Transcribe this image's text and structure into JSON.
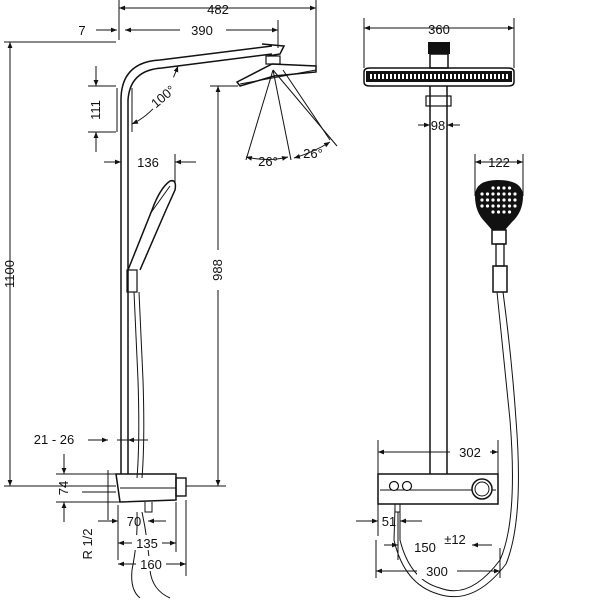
{
  "drawing": {
    "side_view": {
      "dims": {
        "total_width": "482",
        "arm_length": "390",
        "offset_left": "7",
        "total_height": "1100",
        "head_drop": "111",
        "arm_angle": "100°",
        "spray_angle_left": "26°",
        "spray_angle_right": "26°",
        "head_height": "988",
        "hand_shower_width": "136",
        "wall_gap": "21 - 26",
        "thermostat_height": "74",
        "connection_thread": "R 1/2",
        "outlet_spacing": "70",
        "thermostat_depth_a": "135",
        "thermostat_depth_b": "160"
      }
    },
    "front_view": {
      "dims": {
        "head_diameter": "360",
        "riser_bracket": "98",
        "hand_shower_width": "122",
        "thermostat_width": "302",
        "side_offset": "51",
        "connection_centers": "150",
        "connection_tolerance": "±12",
        "hose_span": "300"
      }
    }
  }
}
